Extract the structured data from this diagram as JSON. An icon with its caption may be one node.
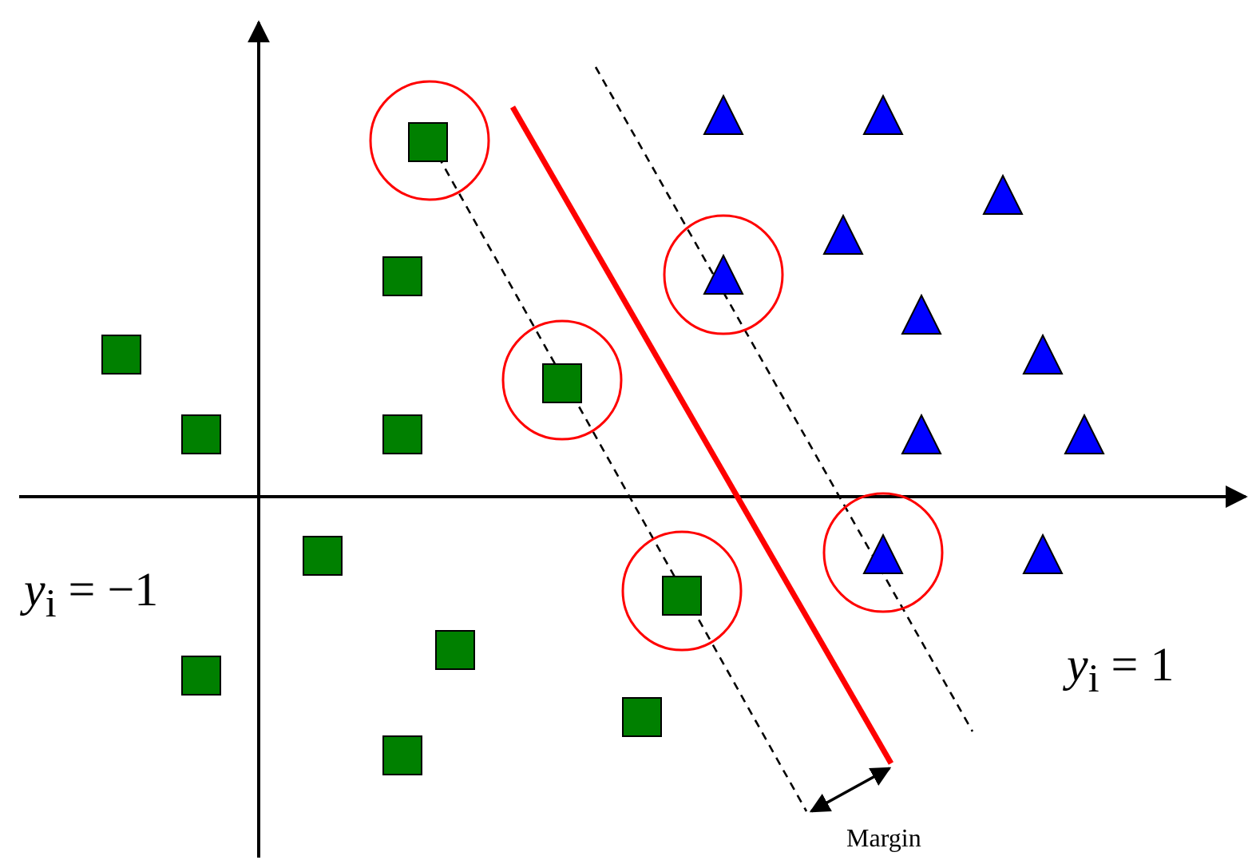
{
  "diagram": {
    "labels": [
      "*y*$_{i}$ = −1",
      "*y*$_{i}$ = 1",
      "Margin"
    ]
  }
}
